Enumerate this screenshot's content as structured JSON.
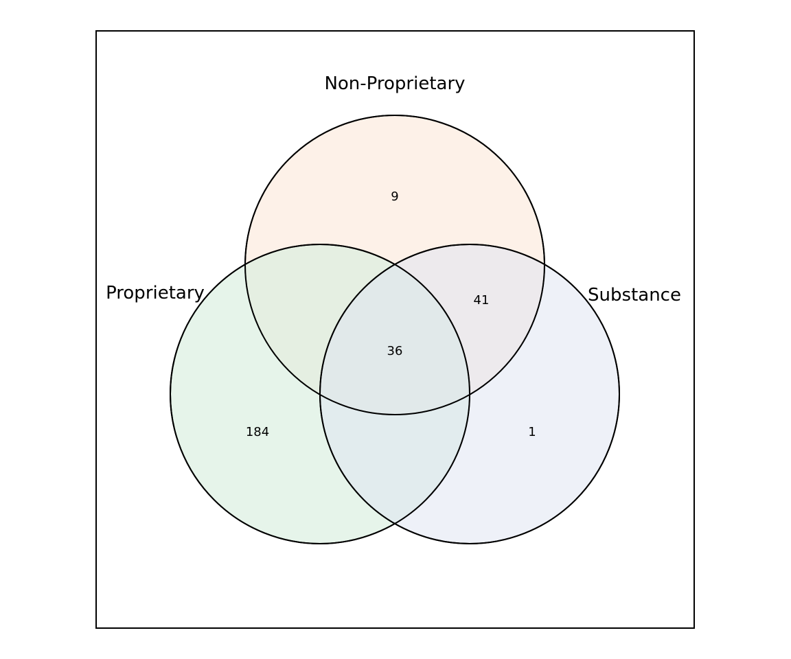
{
  "diagram": {
    "type": "venn3",
    "sets": [
      {
        "name": "Proprietary",
        "color": "#e6f4ed"
      },
      {
        "name": "Non-Proprietary",
        "color": "#fdefe6"
      },
      {
        "name": "Substance",
        "color": "#eef1f8"
      }
    ],
    "regions": {
      "proprietary_only": "184",
      "non_proprietary_only": "9",
      "substance_only": "1",
      "non_proprietary_and_substance": "41",
      "all_three": "36"
    }
  }
}
